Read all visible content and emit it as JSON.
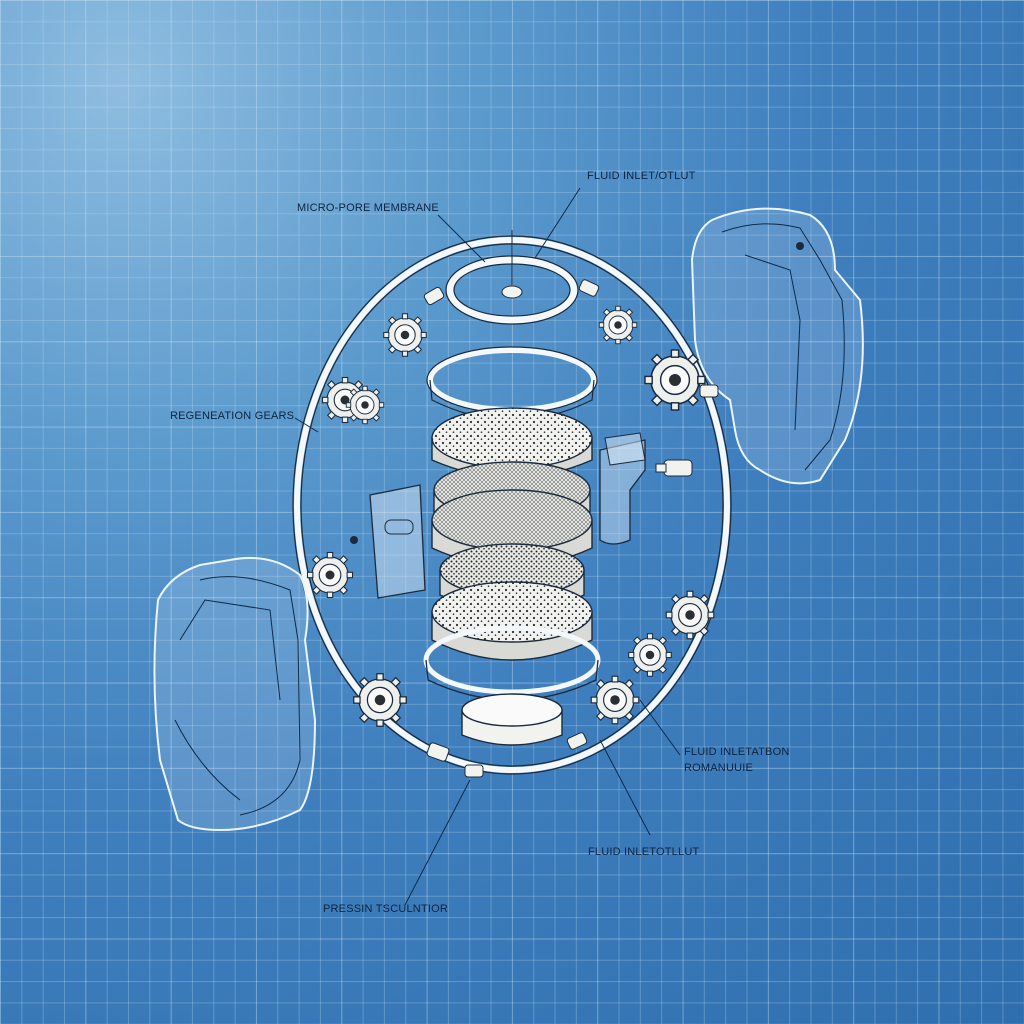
{
  "labels": {
    "top_right": "FLUID INLET/OTLUT",
    "top_left": "MICRO-PORE MEMBRANE",
    "left": "REGENEATION GEARS",
    "right_1": "FLUID INLETATBON",
    "right_2": "ROMANUUIE",
    "bottom_right": "FLUID INLETOTLLUT",
    "bottom_left": "PRESSIN TSCULNTIOR"
  },
  "colors": {
    "background": "#3f7fbe",
    "grid": "#c8e1f5",
    "ink": "#0e2a4c",
    "part_fill": "#f2f2ef"
  },
  "icons": [
    "gear-icon",
    "housing-shell-icon",
    "membrane-disc-icon",
    "ring-seal-icon",
    "fitting-icon"
  ]
}
